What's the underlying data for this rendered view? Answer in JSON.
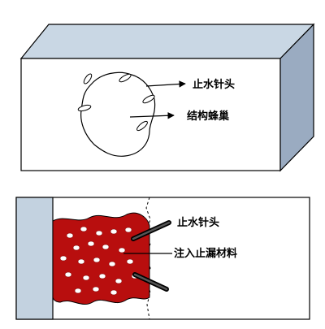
{
  "top_panel": {
    "label_needle": "止水针头",
    "label_honeycomb": "结构蜂巢"
  },
  "bottom_panel": {
    "label_needle": "止水针头",
    "label_material": "注入止漏材料"
  },
  "colors": {
    "outline": "#000000",
    "steel_blue": "#c8d6e3",
    "injection_fill": "#b80e0e",
    "void_fill": "#ffffff"
  }
}
